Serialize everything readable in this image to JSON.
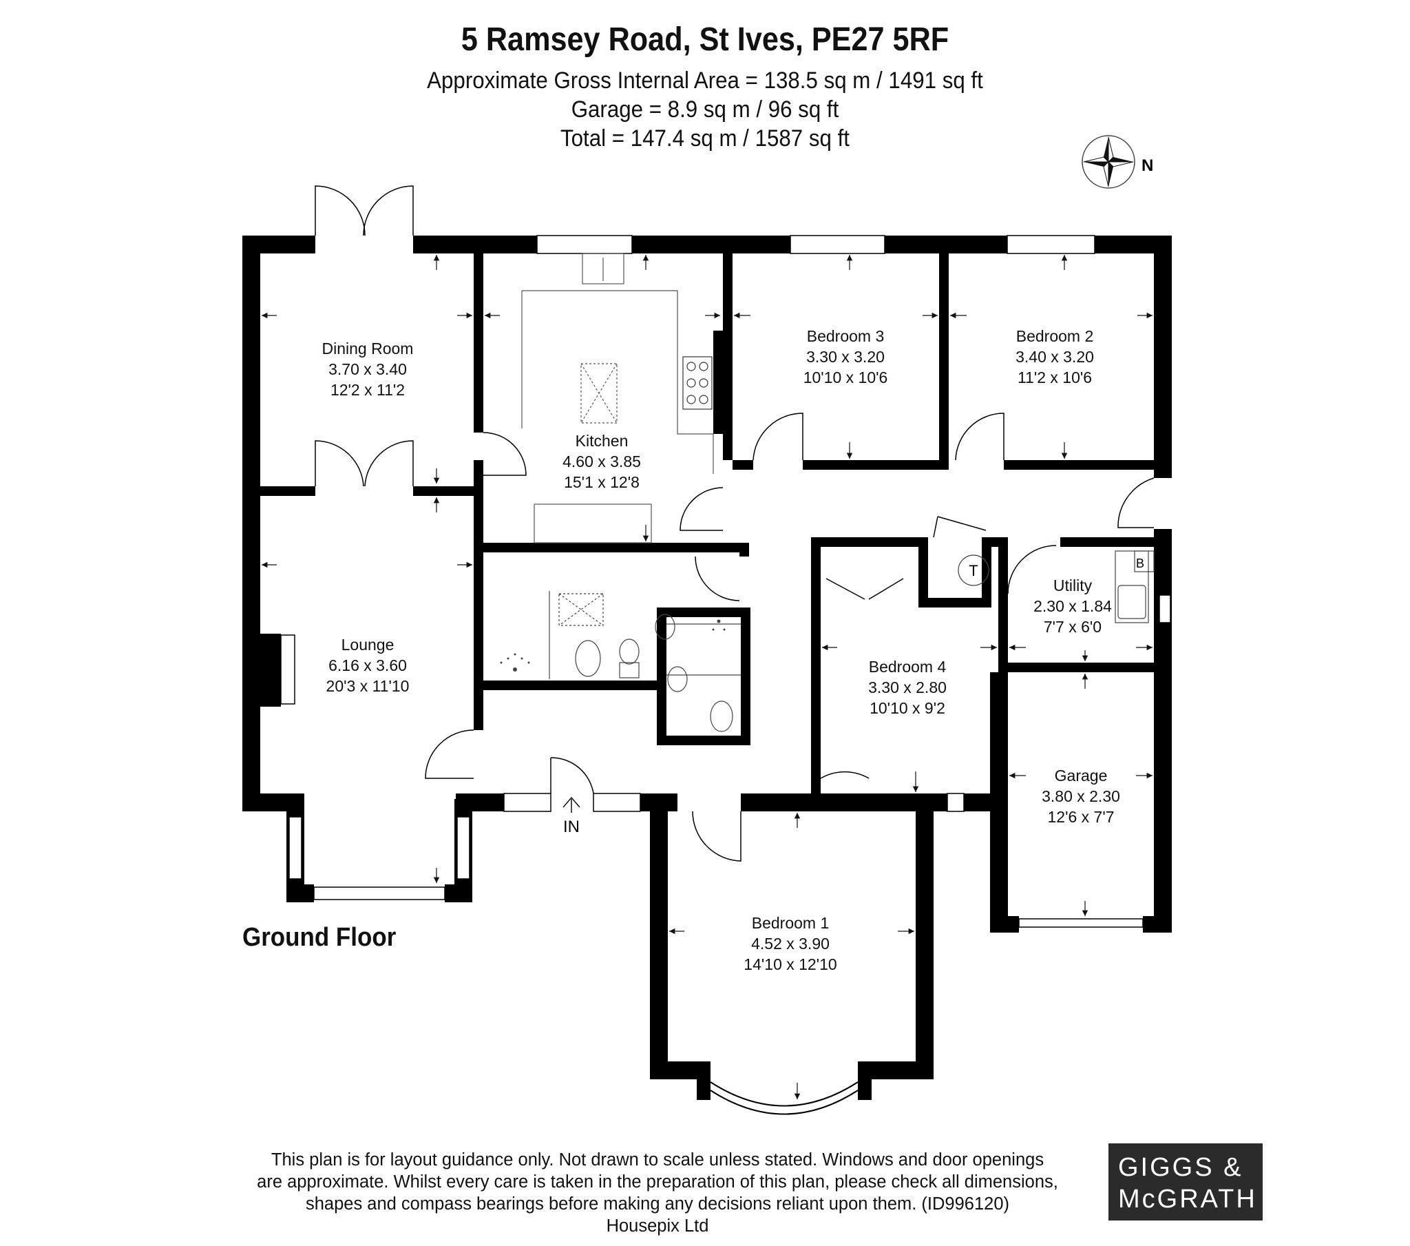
{
  "header": {
    "address": "5 Ramsey Road, St Ives, PE27 5RF",
    "gross_area": "Approximate Gross Internal Area = 138.5 sq m / 1491 sq ft",
    "garage_area": "Garage = 8.9 sq m / 96 sq ft",
    "total_area": "Total = 147.4 sq m / 1587 sq ft"
  },
  "compass": {
    "label": "N"
  },
  "floor": {
    "label": "Ground Floor",
    "entrance": "IN"
  },
  "rooms": {
    "dining": {
      "name": "Dining Room",
      "metric": "3.70 x 3.40",
      "imperial": "12'2 x 11'2"
    },
    "kitchen": {
      "name": "Kitchen",
      "metric": "4.60 x 3.85",
      "imperial": "15'1 x 12'8"
    },
    "bedroom3": {
      "name": "Bedroom 3",
      "metric": "3.30 x 3.20",
      "imperial": "10'10 x 10'6"
    },
    "bedroom2": {
      "name": "Bedroom 2",
      "metric": "3.40 x 3.20",
      "imperial": "11'2 x 10'6"
    },
    "lounge": {
      "name": "Lounge",
      "metric": "6.16 x 3.60",
      "imperial": "20'3 x 11'10"
    },
    "utility": {
      "name": "Utility",
      "metric": "2.30 x 1.84",
      "imperial": "7'7 x 6'0"
    },
    "bedroom4": {
      "name": "Bedroom 4",
      "metric": "3.30 x 2.80",
      "imperial": "10'10 x 9'2"
    },
    "garage": {
      "name": "Garage",
      "metric": "3.80 x 2.30",
      "imperial": "12'6 x 7'7"
    },
    "bedroom1": {
      "name": "Bedroom 1",
      "metric": "4.52 x 3.90",
      "imperial": "14'10 x 12'10"
    }
  },
  "fixtures": {
    "tank": "T",
    "boiler": "B"
  },
  "disclaimer": {
    "line1": "This plan is for layout guidance only. Not drawn to scale unless stated. Windows and door openings",
    "line2": "are approximate. Whilst every care is taken in the preparation of this plan, please check all dimensions,",
    "line3": "shapes and compass bearings before making any decisions reliant upon them. (ID996120)",
    "line4": "Housepix Ltd"
  },
  "logo": {
    "line1": "GIGGS &",
    "line2": "McGRATH"
  }
}
